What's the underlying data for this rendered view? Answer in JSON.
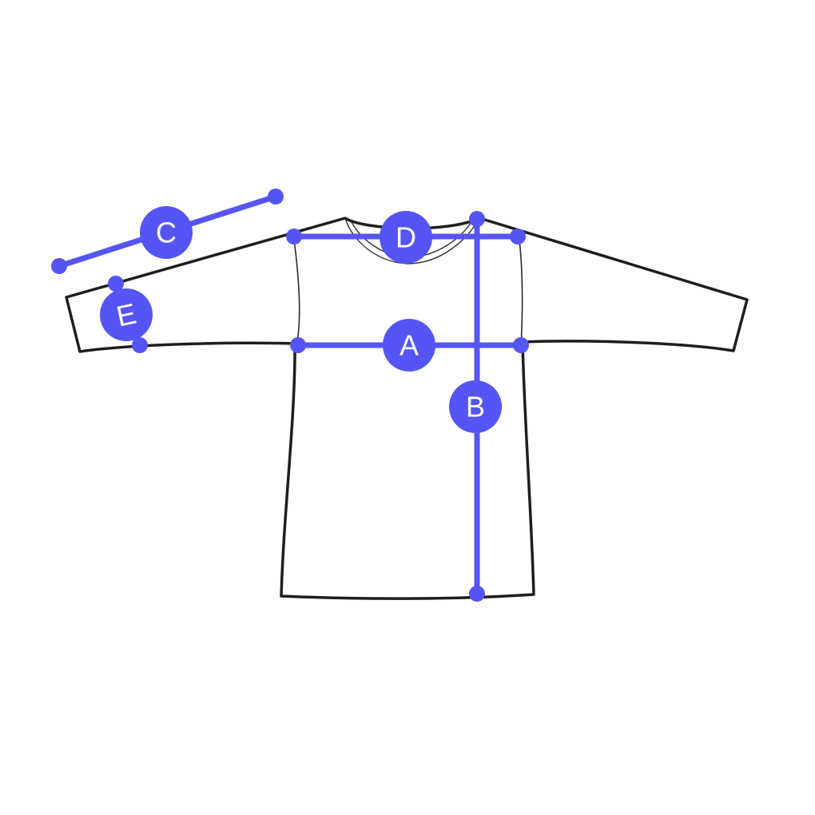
{
  "colors": {
    "accent": "#5555f5",
    "outline": "#1e1e1e",
    "background": "#ffffff"
  },
  "measurements": [
    {
      "label": "A"
    },
    {
      "label": "B"
    },
    {
      "label": "C"
    },
    {
      "label": "D"
    },
    {
      "label": "E"
    }
  ]
}
